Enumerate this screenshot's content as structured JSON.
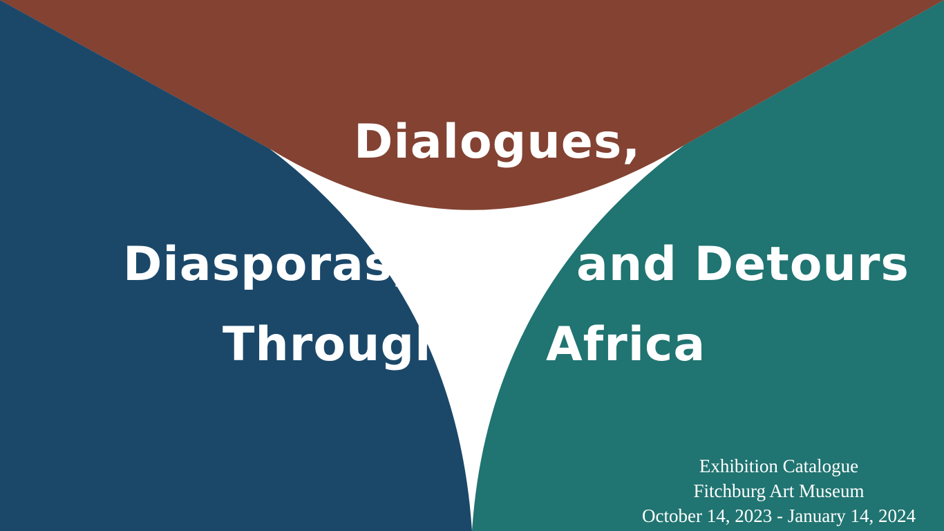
{
  "colors": {
    "background": "#ffffff",
    "top_panel": "#834232",
    "left_panel": "#1b4869",
    "right_panel": "#207471",
    "text": "#ffffff"
  },
  "title": {
    "word1": "Dialogues,",
    "word2": "Diasporas,",
    "word3": "and Detours",
    "word4": "Through",
    "word5": "Africa"
  },
  "info": {
    "line1": "Exhibition Catalogue",
    "line2": "Fitchburg Art Museum",
    "line3": "October 14, 2023 - January 14, 2024"
  }
}
